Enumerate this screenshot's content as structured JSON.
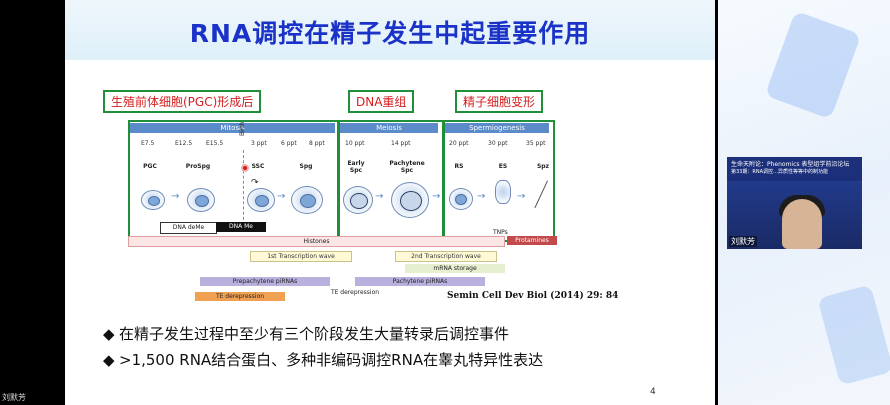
{
  "slide": {
    "title": "RNA调控在精子发生中起重要作用",
    "captions": {
      "pgc": "生殖前体细胞(PGC)形成后",
      "dna": "DNA重组",
      "sperm": "精子细胞变形"
    },
    "stages": {
      "mitosis": "Mitosis",
      "meiosis": "Meiosis",
      "spermiogenesis": "Spermiogenesis"
    },
    "timepoints": [
      "E7.5",
      "E12.5",
      "E15.5",
      "3 ppt",
      "6 ppt",
      "8 ppt",
      "10 ppt",
      "14 ppt",
      "20 ppt",
      "30 ppt",
      "35 ppt"
    ],
    "birth_label": "Birth",
    "cells": [
      "PGC",
      "ProSpg",
      "SSC",
      "Spg",
      "Early Spc",
      "Pachytene Spc",
      "RS",
      "ES",
      "Spz"
    ],
    "dna_deme": "DNA deMe",
    "dna_me": "DNA Me",
    "histones": "Histones",
    "tnps": "TNPs",
    "protamines": "Protamines",
    "first_wave": "1st Transcription wave",
    "second_wave": "2nd Transcription wave",
    "mrna_storage": "mRNA storage",
    "prepachytene": "Prepachytene piRNAs",
    "pachytene": "Pachytene piRNAs",
    "te_derepression_1": "TE derepression",
    "te_derepression_2": "TE derepression",
    "citation": "Semin Cell Dev Biol (2014) 29: 84",
    "bullets": [
      "在精子发生过程中至少有三个阶段发生大量转录后调控事件",
      ">1,500 RNA结合蛋白、多种非编码调控RNA在睾丸特异性表达"
    ],
    "page_number": "4"
  },
  "video": {
    "banner_title": "生命天附论：Phenomics 表型组学前沿论坛",
    "banner_sub": "第33期：RNA调控…异质性等等中的制功能",
    "speaker_name": "刘默芳"
  },
  "bottom_label": "刘默芳"
}
